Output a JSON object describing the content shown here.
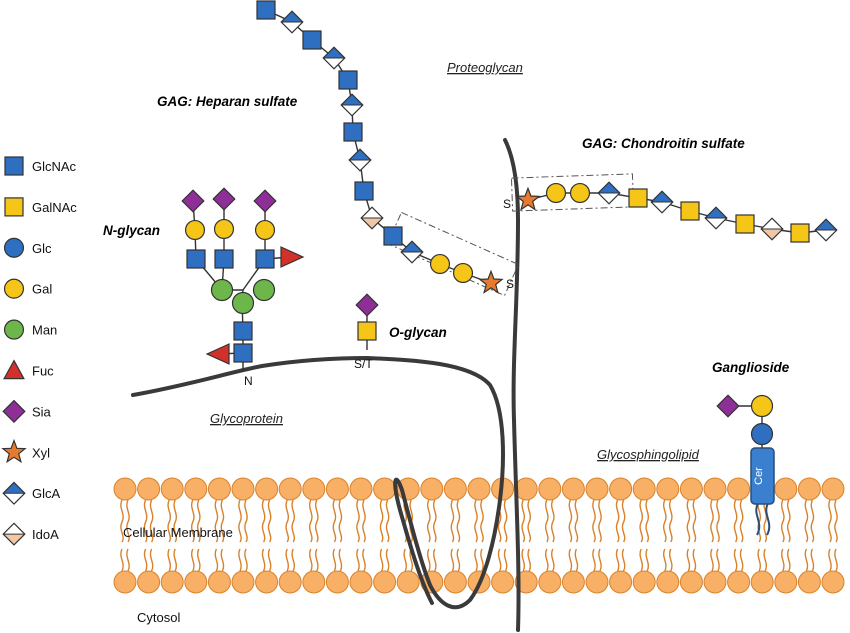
{
  "colors": {
    "glcnac": "#2f6fc2",
    "galnac": "#f5c518",
    "glc": "#2f6fc2",
    "gal": "#f5c518",
    "man": "#6db64a",
    "fuc": "#d2302a",
    "sia": "#8e2e97",
    "xyl": "#e77a2e",
    "glca": "#2f6fc2",
    "idoa": "#f2c7a5",
    "membrane_head": "#f7b066",
    "membrane_line": "#d9822b",
    "stroke": "#333333",
    "cer": "#3b7fcf"
  },
  "legend": [
    {
      "shape": "square",
      "color_key": "glcnac",
      "label": "GlcNAc"
    },
    {
      "shape": "square",
      "color_key": "galnac",
      "label": "GalNAc"
    },
    {
      "shape": "circle",
      "color_key": "glc",
      "label": "Glc"
    },
    {
      "shape": "circle",
      "color_key": "gal",
      "label": "Gal"
    },
    {
      "shape": "circle",
      "color_key": "man",
      "label": "Man"
    },
    {
      "shape": "triangle",
      "color_key": "fuc",
      "label": "Fuc"
    },
    {
      "shape": "diamond",
      "color_key": "sia",
      "label": "Sia"
    },
    {
      "shape": "star",
      "color_key": "xyl",
      "label": "Xyl"
    },
    {
      "shape": "half-diamond",
      "color_key": "glca",
      "label": "GlcA"
    },
    {
      "shape": "half-diamond",
      "color_key": "idoa",
      "label": "IdoA"
    }
  ],
  "labels": {
    "heparan": "GAG: Heparan sulfate",
    "chondroitin": "GAG: Chondroitin sulfate",
    "proteoglycan": "Proteoglycan",
    "nglycan": "N-glycan",
    "oglycan": "O-glycan",
    "glycoprotein": "Glycoprotein",
    "ganglioside": "Ganglioside",
    "glycosphingolipid": "Glycosphingolipid",
    "membrane": "Cellular Membrane",
    "cytosol": "Cytosol",
    "site_n": "N",
    "site_st": "S/T",
    "site_s1": "S",
    "site_s2": "S",
    "cer": "Cer"
  },
  "residues": {
    "heparan": [
      "glcnac",
      "glca",
      "glcnac",
      "glca",
      "glcnac",
      "glca",
      "glcnac",
      "glca",
      "glcnac",
      "idoa",
      "glcnac",
      "glca",
      "gal",
      "gal",
      "xyl"
    ],
    "chondroitin": [
      "xyl",
      "gal",
      "gal",
      "glca",
      "galnac",
      "glca",
      "galnac",
      "glca",
      "galnac",
      "idoa",
      "galnac",
      "glca"
    ],
    "nglycan_left": [
      "sia",
      "gal",
      "glcnac"
    ],
    "nglycan_mid": [
      "sia",
      "gal",
      "glcnac"
    ],
    "nglycan_right": [
      "sia",
      "gal",
      "glcnac",
      "fuc"
    ],
    "nglycan_core": [
      "man",
      "man",
      "man",
      "glcnac",
      "glcnac",
      "fuc"
    ],
    "oglycan": [
      "sia",
      "galnac"
    ],
    "ganglioside": [
      "sia",
      "gal",
      "glc"
    ]
  }
}
